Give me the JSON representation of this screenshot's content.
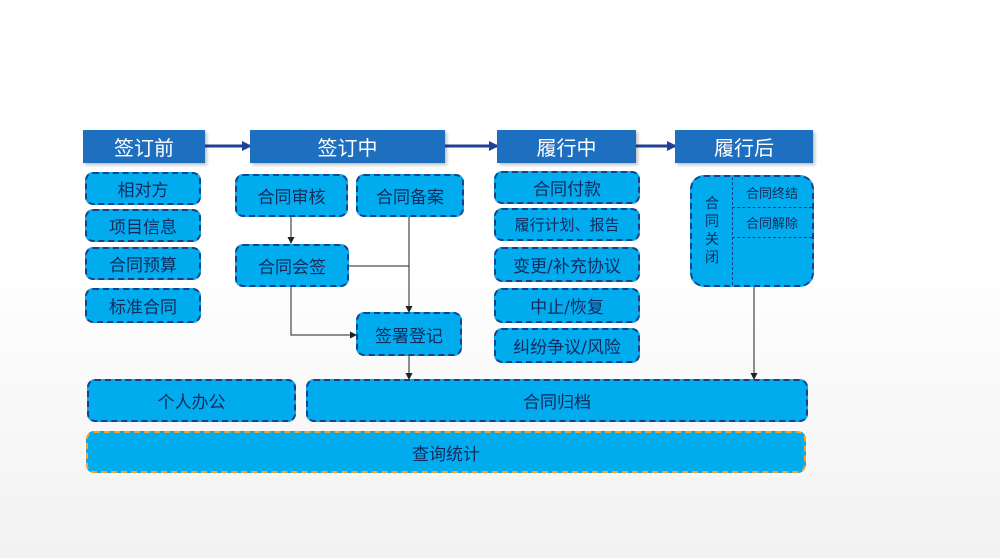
{
  "phases": [
    {
      "label": "签订前"
    },
    {
      "label": "签订中"
    },
    {
      "label": "履行中"
    },
    {
      "label": "履行后"
    }
  ],
  "before": [
    "相对方",
    "项目信息",
    "合同预算",
    "标准合同"
  ],
  "signing": {
    "review": "合同审核",
    "record": "合同备案",
    "countersign": "合同会签",
    "registration": "签署登记"
  },
  "performing": [
    "合同付款",
    "履行计划、报告",
    "变更/补充协议",
    "中止/恢复",
    "纠纷争议/风险"
  ],
  "after": {
    "close_chars": [
      "合",
      "同",
      "关",
      "闭"
    ],
    "terminate": "合同终结",
    "dissolve": "合同解除"
  },
  "bottom": {
    "personal_office": "个人办公",
    "archive": "合同归档",
    "query_stats": "查询统计"
  },
  "colors": {
    "header": "#1f6fc0",
    "box_fill": "#00acee",
    "box_border": "#1c3f86",
    "query_border": "#f2a12b",
    "arrow": "#1f3f99"
  }
}
